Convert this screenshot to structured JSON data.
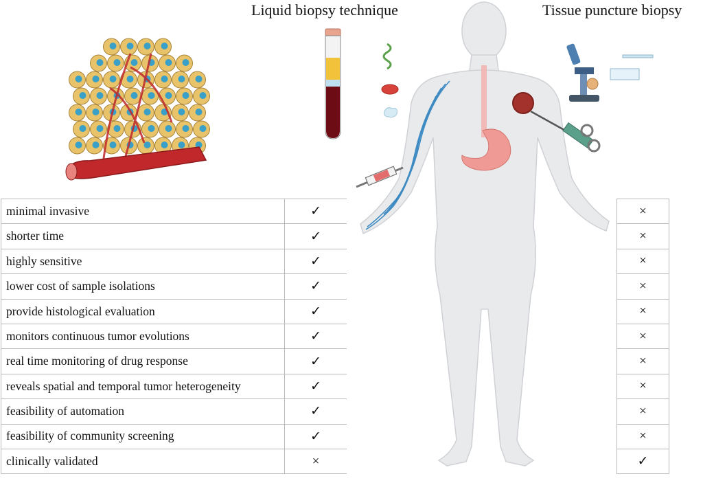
{
  "headings": {
    "liquid": "Liquid biopsy technique",
    "tissue": "Tissue puncture biopsy"
  },
  "rows": [
    {
      "feature": "minimal invasive",
      "liquid": "✓",
      "tissue": "×"
    },
    {
      "feature": "shorter time",
      "liquid": "✓",
      "tissue": "×"
    },
    {
      "feature": "highly sensitive",
      "liquid": "✓",
      "tissue": "×"
    },
    {
      "feature": "lower cost of sample isolations",
      "liquid": "✓",
      "tissue": "×"
    },
    {
      "feature": "provide histological evaluation",
      "liquid": "✓",
      "tissue": "×"
    },
    {
      "feature": "monitors continuous tumor evolutions",
      "liquid": "✓",
      "tissue": "×"
    },
    {
      "feature": "real time monitoring of drug response",
      "liquid": "✓",
      "tissue": "×"
    },
    {
      "feature": "reveals spatial and temporal tumor heterogeneity",
      "liquid": "✓",
      "tissue": "×"
    },
    {
      "feature": "feasibility of automation",
      "liquid": "✓",
      "tissue": "×"
    },
    {
      "feature": "feasibility of community screening",
      "liquid": "✓",
      "tissue": "×"
    },
    {
      "feature": "clinically validated",
      "liquid": "×",
      "tissue": "✓"
    }
  ],
  "colors": {
    "cell_body": "#e8c36a",
    "cell_nucleus": "#3aa0c8",
    "vessel": "#c0282b",
    "vein": "#3d8ac2",
    "body_skin": "#e9eaec",
    "gut": "#f09a95",
    "tube_blood": "#6e0c16",
    "tube_plasma": "#f2c23a",
    "tumor": "#a3322c"
  },
  "icons": [
    "tumor-tissue-icon",
    "blood-vessel-icon",
    "blood-tube-icon",
    "dna-helix-icon",
    "red-blood-cell-icon",
    "exosome-icon",
    "human-body-icon",
    "stomach-icon",
    "syringe-icon",
    "microscope-icon",
    "glass-slide-icon",
    "biopsy-needle-icon"
  ]
}
